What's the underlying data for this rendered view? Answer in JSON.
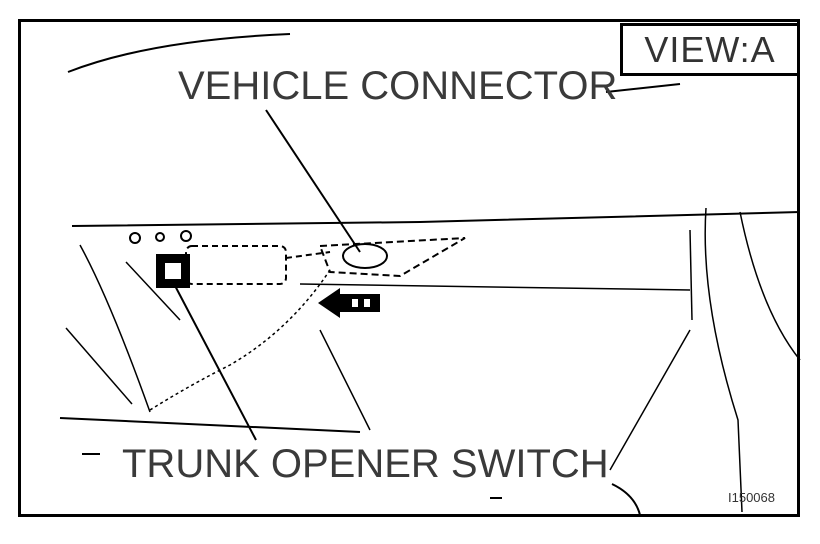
{
  "view_label": "VIEW:A",
  "callouts": {
    "vehicle_connector": "VEHICLE CONNECTOR",
    "trunk_opener_switch": "TRUNK OPENER SWITCH"
  },
  "figure_code": "I150068",
  "colors": {
    "ink": "#000000",
    "text": "#3a3a3a",
    "background": "#ffffff"
  },
  "icons": {
    "direction_arrow": "arrow-left-icon"
  }
}
